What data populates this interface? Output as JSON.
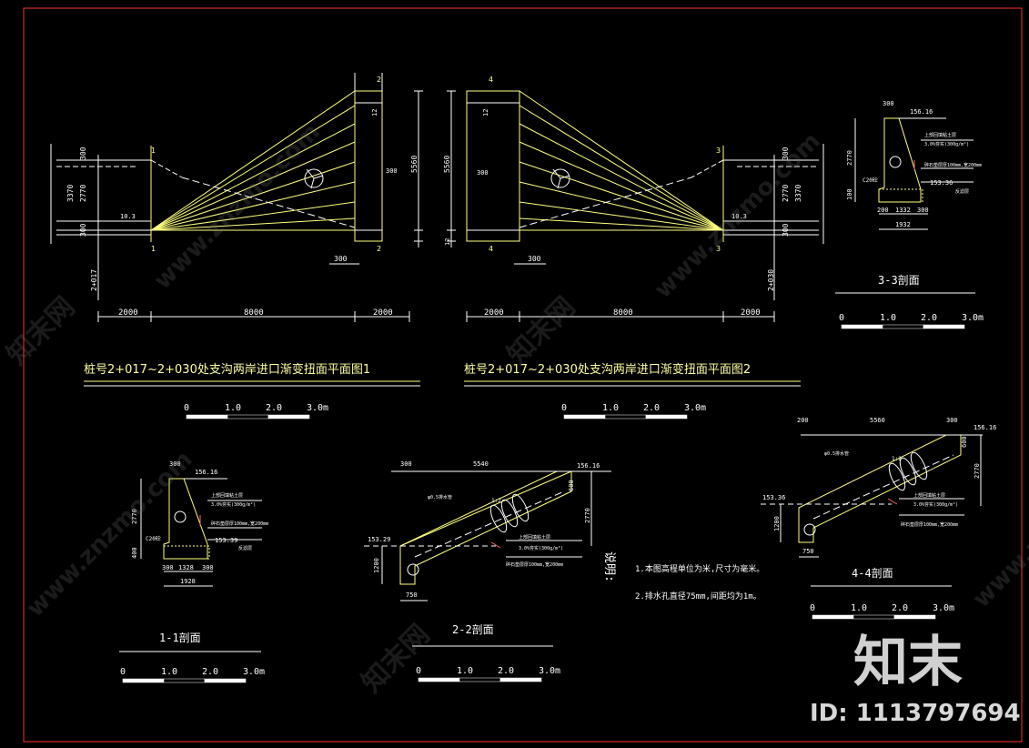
{
  "plan1": {
    "title": "桩号2+017~2+030处支沟两岸进口渐变扭面平面图1",
    "station": "2+017",
    "dims": [
      "2000",
      "8000",
      "2000"
    ],
    "left_dims": [
      "300",
      "2770",
      "3370",
      "300",
      "10.3"
    ],
    "right_dims": [
      "5560",
      "300",
      "300",
      "12",
      "12",
      "12"
    ],
    "marks": [
      "1",
      "1",
      "2",
      "2"
    ]
  },
  "plan2": {
    "title": "桩号2+017~2+030处支沟两岸进口渐变扭面平面图2",
    "station": "2+030",
    "dims": [
      "2000",
      "8000",
      "2000"
    ],
    "left_dims": [
      "5560",
      "300",
      "300",
      "12",
      "12",
      "4",
      "4"
    ],
    "right_dims": [
      "300",
      "2770",
      "3370",
      "300",
      "10.3"
    ],
    "marks": [
      "3",
      "3"
    ]
  },
  "sec33": {
    "title": "3-3剖面",
    "elev_top": "156.16",
    "elev_bottom": "153.36",
    "dims": [
      "300",
      "2770",
      "100",
      "200",
      "1332",
      "300",
      "1932"
    ],
    "notes": [
      "上部回填粘土层",
      "3.0%夯实(300g/m²)",
      "C20砼",
      "反滤层",
      "碎石垫层厚100mm,宽200mm"
    ]
  },
  "sec11": {
    "title": "1-1剖面",
    "elev_top": "156.16",
    "elev_bottom": "153.39",
    "dims": [
      "300",
      "2770",
      "400",
      "300",
      "1328",
      "300",
      "1928"
    ],
    "notes": [
      "上部回填粘土层",
      "3.0%夯实(300g/m²)",
      "C20砼",
      "碎石垫层厚100mm,宽200mm",
      "反滤层"
    ]
  },
  "sec22": {
    "title": "2-2剖面",
    "elev_top": "156.16",
    "elev_bottom": "153.29",
    "dims": [
      "300",
      "5540",
      "600",
      "2770",
      "1200",
      "750"
    ],
    "notes": [
      "φ0.5排水管",
      "上部回填粘土层",
      "3.0%夯实(300g/m²)",
      "碎石垫层厚100mm,宽200mm",
      "1:2"
    ]
  },
  "sec44": {
    "title": "4-4剖面",
    "elev_top": "156.16",
    "elev_bottom": "153.36",
    "dims": [
      "200",
      "5560",
      "300",
      "600",
      "2770",
      "1200",
      "750"
    ],
    "notes": [
      "φ0.5排水管",
      "上部回填粘土层",
      "3.0%夯实(300g/m²)",
      "碎石垫层厚100mm,宽200mm",
      "1:2"
    ]
  },
  "scale_labels": [
    "0",
    "1.0",
    "2.0",
    "3.0m"
  ],
  "notes_title": "说明:",
  "notes": [
    "1.本图高程单位为米,尺寸为毫米。",
    "2.排水孔直径75mm,间距均为1m。"
  ],
  "watermark_text": "www.znzmo.com",
  "watermark_cn": "知末网",
  "logo_text": "知末",
  "id_label": "ID: 1113797694",
  "colors": {
    "frame": "#ff0000",
    "line": "#ffffff",
    "yellow": "#ffff80",
    "background": "#000000"
  }
}
